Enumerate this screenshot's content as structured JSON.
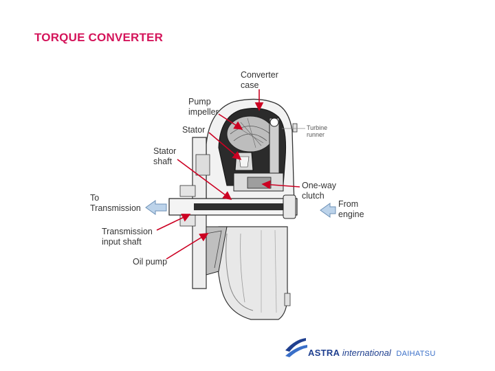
{
  "title": "TORQUE CONVERTER",
  "colors": {
    "title": "#d4145a",
    "arrow": "#cc0022",
    "hollow_arrow_fill": "#bcd3ea",
    "hollow_arrow_stroke": "#6b8fb5",
    "logo_blue": "#1f3f8f"
  },
  "labels": {
    "converter_case": "Converter\ncase",
    "pump_impeller": "Pump\nimpeller",
    "stator": "Stator",
    "stator_shaft": "Stator\nshaft",
    "turbine_runner": "Turbine\nrunner",
    "one_way_clutch": "One-way\nclutch",
    "to_transmission": "To\nTransmission",
    "from_engine": "From\nengine",
    "transmission_input_shaft": "Transmission\n input shaft",
    "oil_pump": "Oil pump"
  },
  "logo": {
    "brand": "ASTRA",
    "tagline": "international",
    "partner": "DAIHATSU"
  }
}
